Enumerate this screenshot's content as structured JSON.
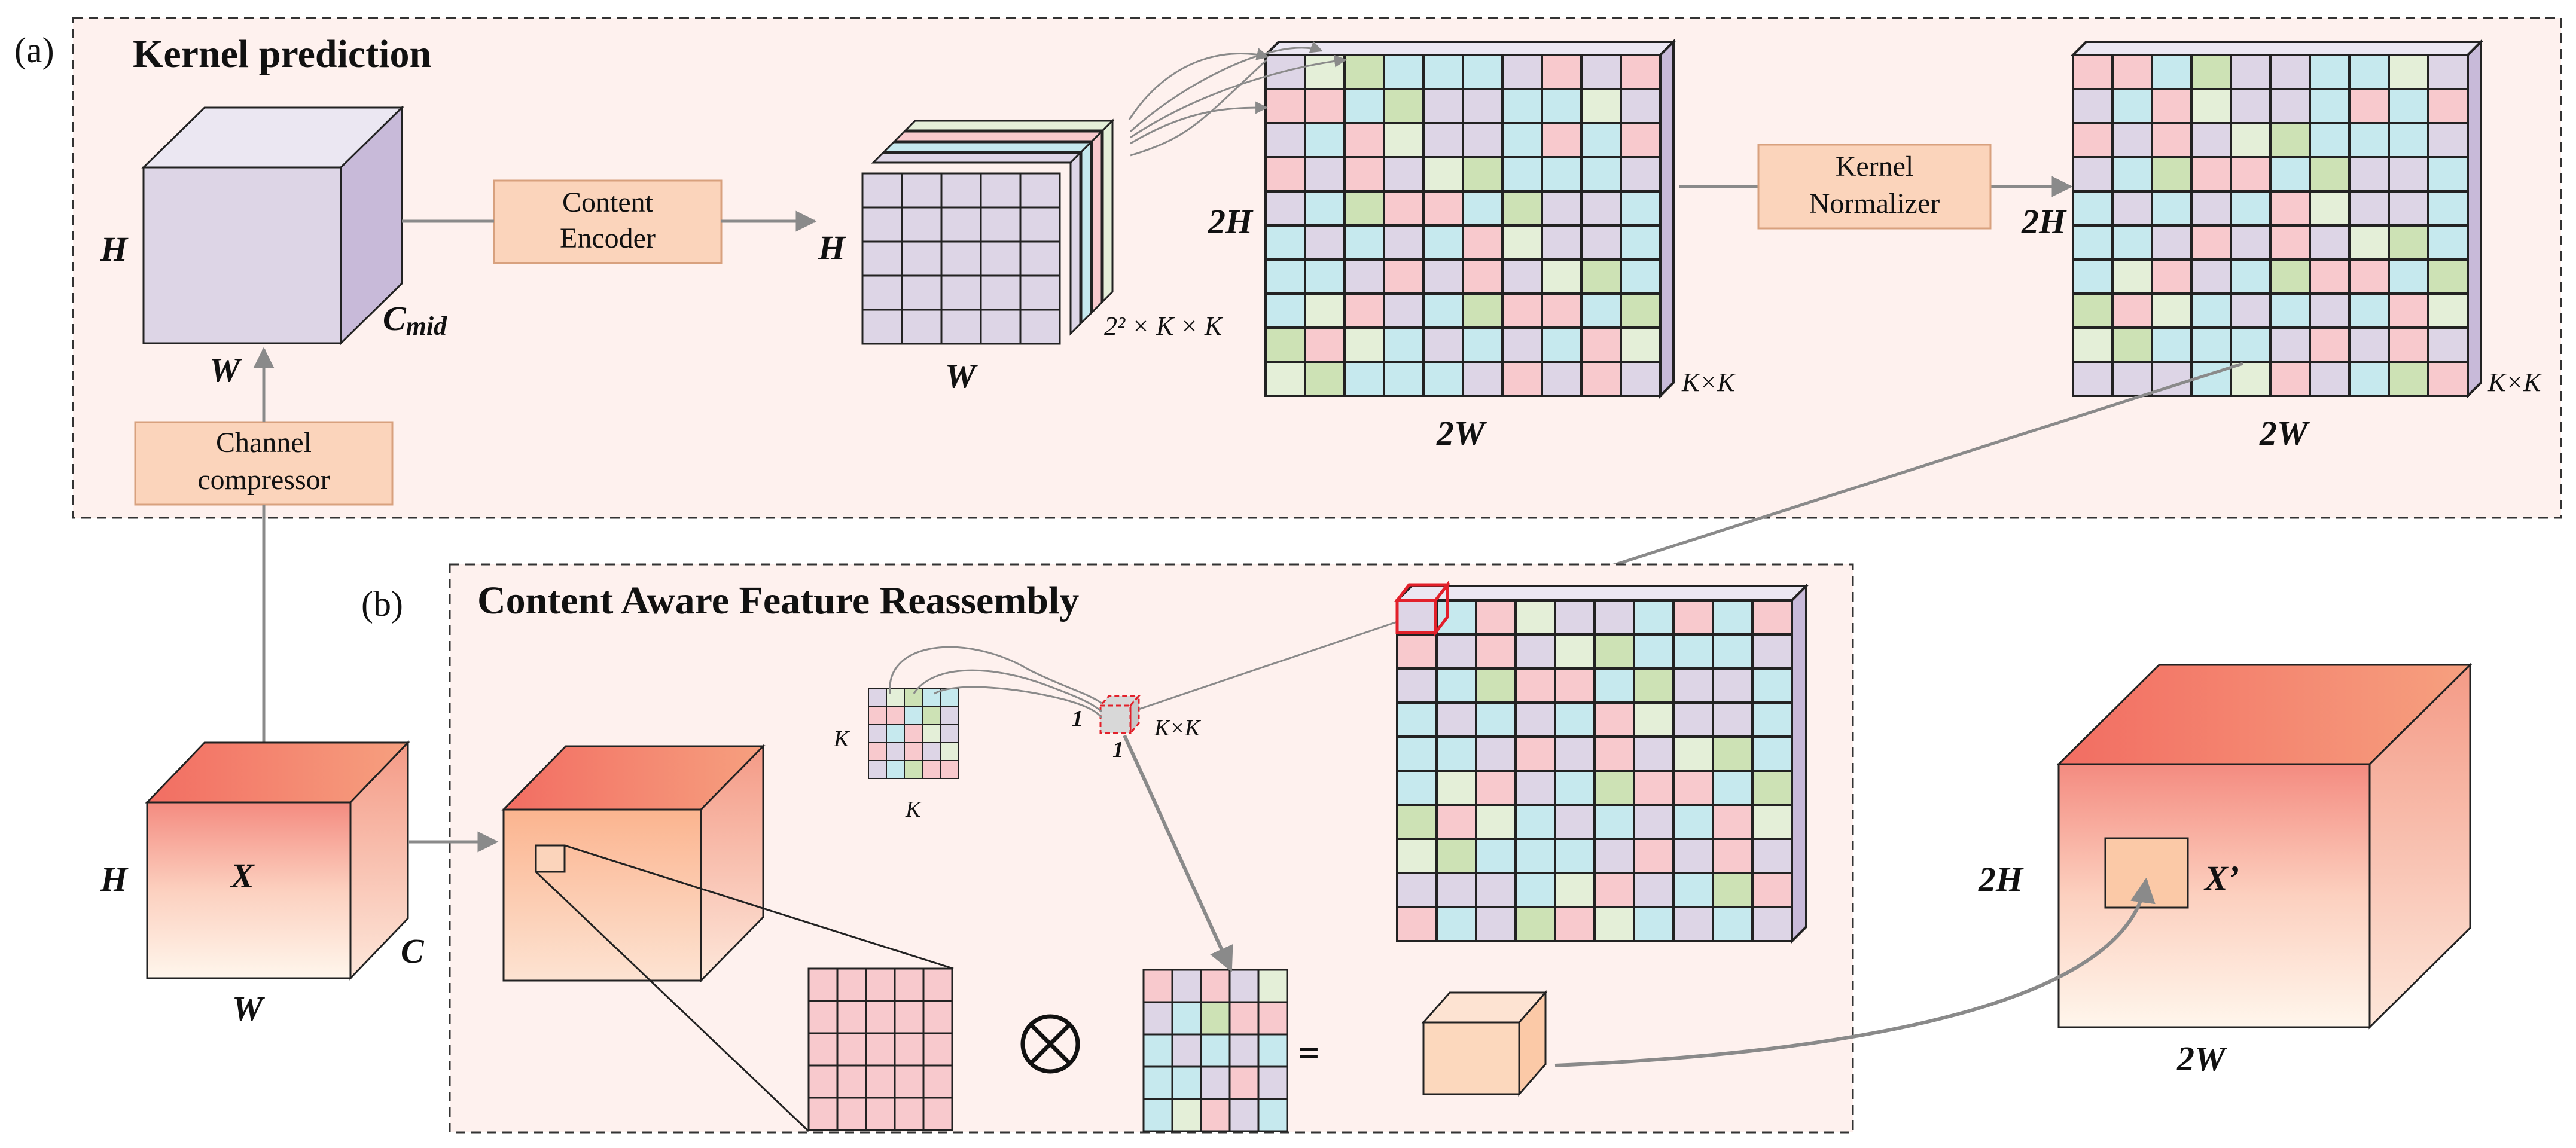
{
  "colors": {
    "panel_bg": "#fef1ee",
    "box_fill": "#fbd4bb",
    "box_stroke": "#d8a17e",
    "cube_face": "#ddd5e6",
    "cube_top": "#ebe7f2",
    "cube_side": "#c8bad9",
    "cell_purple": "#ddd5e6",
    "cell_pink": "#f8c9cd",
    "cell_cyan": "#c6e9ee",
    "cell_mint": "#e4efd8",
    "cell_green": "#cde2b5",
    "feature_top": "#f48b80",
    "feature_bottom": "#fff6ec",
    "arrow": "#8a8a8a",
    "highlight": "#e2202a"
  },
  "section_a": {
    "marker": "(a)",
    "title": "Kernel prediction",
    "content_encoder": "Content\nEncoder",
    "kernel_normalizer": "Kernel\nNormalizer",
    "channel_compressor": "Channel\ncompressor",
    "mid_cube": {
      "height_label": "H",
      "width_label": "W",
      "channel_label": "C",
      "channel_sub": "mid"
    },
    "encoded": {
      "height_label": "H",
      "width_label": "W",
      "depth_label": "2² × K × K"
    },
    "kernel_map": {
      "height_label": "2H",
      "width_label": "2W",
      "depth_label": "K×K"
    },
    "normalized_map": {
      "height_label": "2H",
      "width_label": "2W",
      "depth_label": "K×K"
    }
  },
  "section_b": {
    "marker": "(b)",
    "title": "Content Aware Feature Reassembly",
    "input": {
      "name": "X",
      "height_label": "H",
      "width_label": "W",
      "channel_label": "C"
    },
    "kernel": {
      "height_label": "K",
      "width_label": "K"
    },
    "kernel_cell": {
      "one_a": "1",
      "one_b": "1",
      "depth_label": "K×K"
    },
    "multiply_symbol": "⊗",
    "equals_symbol": "=",
    "output": {
      "name": "X’",
      "height_label": "2H",
      "width_label": "2W"
    }
  }
}
